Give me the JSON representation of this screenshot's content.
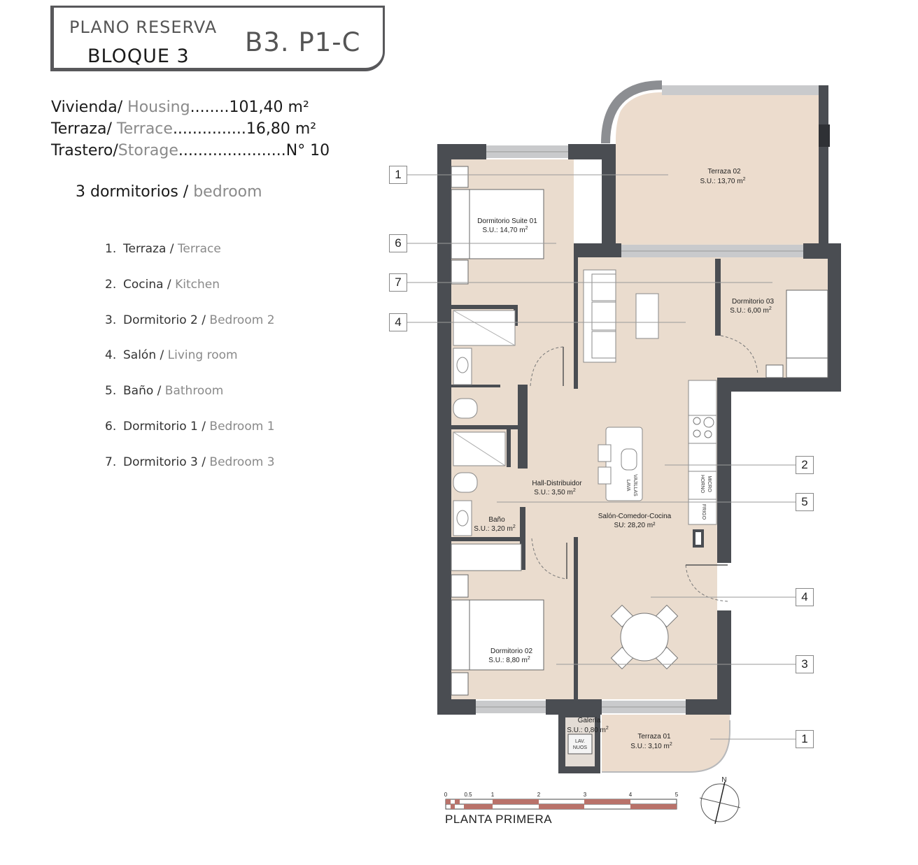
{
  "header": {
    "plano": "PLANO RESERVA",
    "bloque": "BLOQUE 3",
    "code": "B3. P1-C"
  },
  "areas": [
    {
      "es": "Vivienda/",
      "en": "Housing",
      "dots": "........",
      "value": "101,40 m²"
    },
    {
      "es": "Terraza/",
      "en": "Terrace",
      "dots": "...............",
      "value": "16,80 m²"
    },
    {
      "es": "Trastero/",
      "en": "Storage",
      "dots": "......................",
      "value": "N° 10"
    }
  ],
  "dorms": {
    "es": "3 dormitorios / ",
    "en": "bedroom"
  },
  "legend": [
    {
      "num": "1.",
      "es": "Terraza / ",
      "en": "Terrace"
    },
    {
      "num": "2.",
      "es": "Cocina / ",
      "en": "Kitchen"
    },
    {
      "num": "3.",
      "es": "Dormitorio 2 / ",
      "en": "Bedroom 2"
    },
    {
      "num": "4.",
      "es": "Salón / ",
      "en": "Living room"
    },
    {
      "num": "5.",
      "es": "Baño  / ",
      "en": "Bathroom"
    },
    {
      "num": "6.",
      "es": "Dormitorio 1 / ",
      "en": "Bedroom 1"
    },
    {
      "num": "7.",
      "es": "Dormitorio 3 / ",
      "en": "Bedroom 3"
    }
  ],
  "rooms": {
    "terraza02": {
      "name": "Terraza 02",
      "area": "S.U.: 13,70 m"
    },
    "suite01": {
      "name": "Dormitorio Suite 01",
      "area": "S.U.: 14,70 m"
    },
    "dorm03": {
      "name": "Dormitorio 03",
      "area": "S.U.: 6,00 m"
    },
    "hall": {
      "name": "Hall-Distribuidor",
      "area": "S.U.: 3,50 m"
    },
    "salon": {
      "name": "Salón-Comedor-Cocina",
      "area": "SU: 28,20 m²"
    },
    "bano": {
      "name": "Baño",
      "area": "S.U.: 3,20 m"
    },
    "dorm02": {
      "name": "Dormitorio 02",
      "area": "S.U.: 8,80 m"
    },
    "galeria": {
      "name": "Galería",
      "area": "S.U.: 0,80 m"
    },
    "terraza01": {
      "name": "Terraza 01",
      "area": "S.U.: 3,10 m"
    }
  },
  "fixtures": {
    "horno": "HORNO",
    "micro": "MICRO",
    "frigo": "FRIGO",
    "lava": "LAVA",
    "vajillas": "VAJILLAS",
    "lav": "LAV.",
    "nuos": "NUOS",
    "sup": "2"
  },
  "callouts_left": [
    "1",
    "6",
    "7",
    "4"
  ],
  "callouts_right": [
    "2",
    "5",
    "4",
    "3",
    "1"
  ],
  "scale": {
    "ticks": [
      "0",
      "0.5",
      "1",
      "2",
      "3",
      "4",
      "5"
    ],
    "label": "PLANTA PRIMERA"
  },
  "north": "N",
  "colors": {
    "wall": "#4a4d52",
    "floor": "#eadcce",
    "terrace": "#ecdccd",
    "accent": "#b9726a"
  }
}
